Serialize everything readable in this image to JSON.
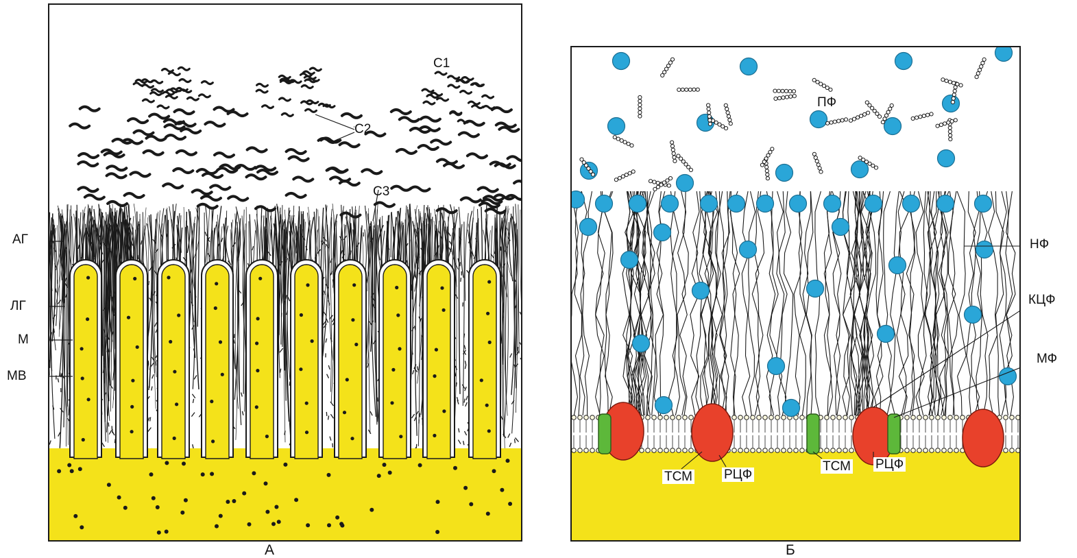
{
  "panel_a": {
    "caption": "А",
    "labels": {
      "ag": "АГ",
      "lg": "ЛГ",
      "m": "М",
      "mv": "МВ",
      "c1": "С1",
      "c2": "С2",
      "c3": "С3"
    }
  },
  "panel_b": {
    "caption": "Б",
    "labels": {
      "pf": "ПФ",
      "nf": "НФ",
      "kcf": "КЦФ",
      "mf": "МФ",
      "tsm_1": "ТСМ",
      "rcf_1": "РЦФ",
      "tsm_2": "ТСМ",
      "rcf_2": "РЦФ"
    }
  },
  "colors": {
    "cytoplasm_yellow": "#f4e21a",
    "particle_blue": "#2aa6d8",
    "enzyme_red": "#e8412b",
    "transport_green": "#5db83a",
    "ink": "#1a1a1a"
  }
}
